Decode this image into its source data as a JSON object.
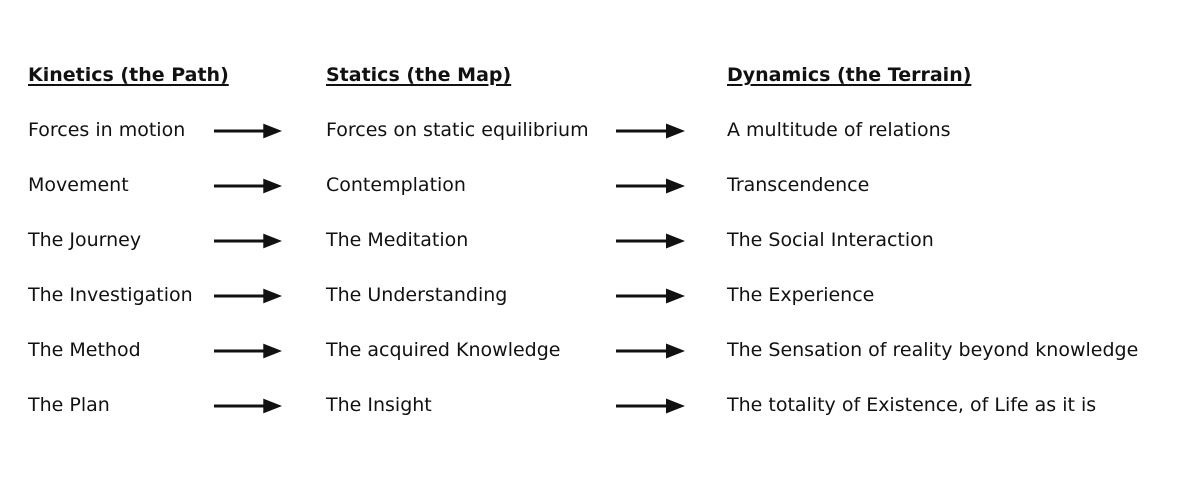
{
  "page": {
    "background": "#ffffff",
    "text_color": "#111111",
    "arrow_color": "#111111"
  },
  "diagram": {
    "columns": [
      {
        "id": "kinetics",
        "header": "Kinetics (the Path)"
      },
      {
        "id": "statics",
        "header": "Statics (the Map)"
      },
      {
        "id": "dynamics",
        "header": "Dynamics (the Terrain)"
      }
    ],
    "icons": {
      "right_arrow": "⟶"
    },
    "rows": [
      {
        "kinetics": "Forces in motion",
        "statics": "Forces on static equilibrium",
        "dynamics": "A multitude of relations"
      },
      {
        "kinetics": "Movement",
        "statics": "Contemplation",
        "dynamics": "Transcendence"
      },
      {
        "kinetics": "The Journey",
        "statics": "The Meditation",
        "dynamics": "The Social Interaction"
      },
      {
        "kinetics": "The Investigation",
        "statics": "The Understanding",
        "dynamics": "The Experience"
      },
      {
        "kinetics": "The Method",
        "statics": "The acquired Knowledge",
        "dynamics": "The Sensation of reality beyond knowledge"
      },
      {
        "kinetics": "The Plan",
        "statics": "The Insight",
        "dynamics": "The totality of Existence, of Life as it is"
      }
    ]
  }
}
